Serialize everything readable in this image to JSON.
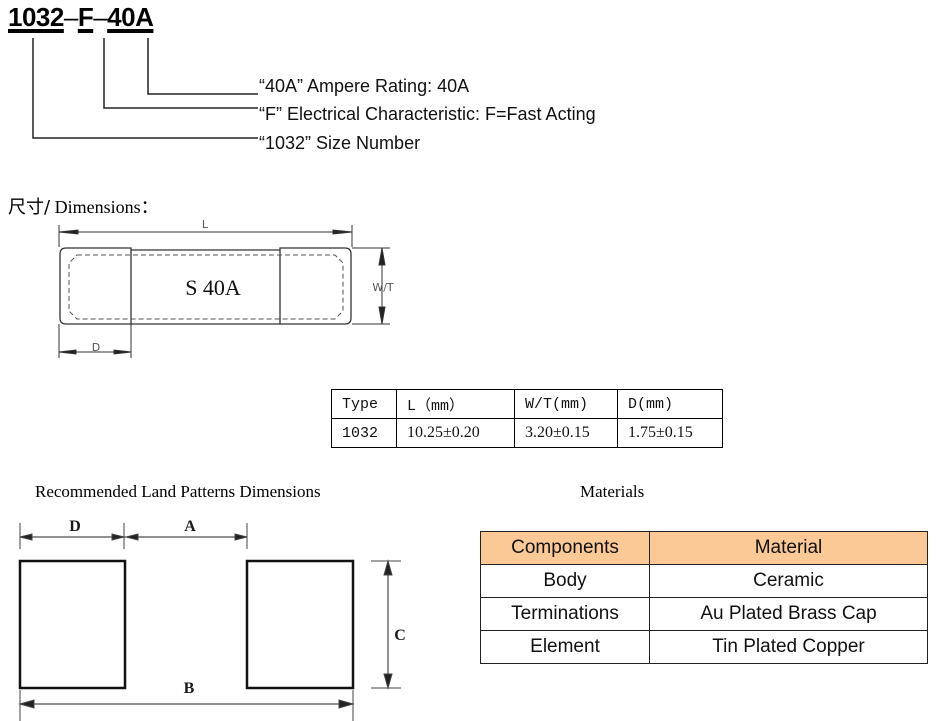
{
  "part_number": {
    "segments": [
      "1032",
      "F",
      "40A"
    ],
    "separator": "–",
    "legend": [
      {
        "key": "40A",
        "text": "“40A” Ampere Rating: 40A"
      },
      {
        "key": "F",
        "text": " “F” Electrical Characteristic: F=Fast Acting"
      },
      {
        "key": "1032",
        "text": "“1032” Size Number"
      }
    ]
  },
  "dimensions": {
    "title_cn": "尺寸/",
    "title_en": " Dimensions：",
    "drawing": {
      "label_L": "L",
      "label_WT": "W/T",
      "label_D": "D",
      "body_marking": "S 40A"
    },
    "table": {
      "headers": [
        "Type",
        "L（mm）",
        "W/T(mm)",
        "D(mm)"
      ],
      "rows": [
        [
          "1032",
          "10.25±0.20",
          "3.20±0.15",
          "1.75±0.15"
        ]
      ]
    }
  },
  "land_patterns": {
    "title": "Recommended Land Patterns Dimensions",
    "labels": {
      "D": "D",
      "A": "A",
      "B": "B",
      "C": "C"
    }
  },
  "materials": {
    "title": "Materials",
    "header_color": "#fbc995",
    "headers": [
      "Components",
      "Material"
    ],
    "rows": [
      [
        "Body",
        "Ceramic"
      ],
      [
        "Terminations",
        "Au Plated Brass Cap"
      ],
      [
        "Element",
        "Tin Plated Copper"
      ]
    ]
  }
}
